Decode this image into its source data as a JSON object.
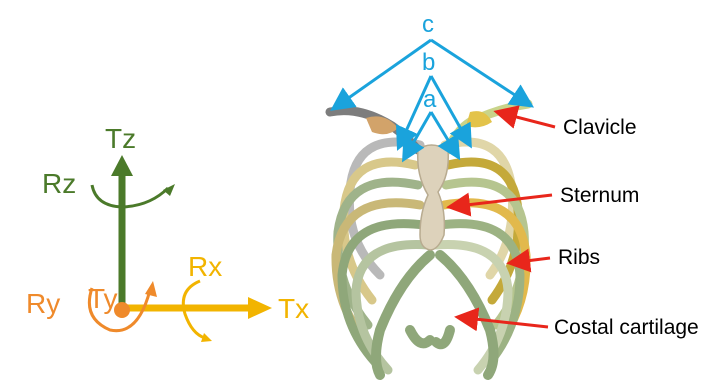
{
  "colors": {
    "tz": "#4b7a2a",
    "rz": "#4b7a2a",
    "tx": "#f2b400",
    "rx": "#f2b400",
    "origin": "#ef8a2b",
    "ry_ty": "#ef8a2b",
    "bracket": "#1aa3dc",
    "pointer": "#e8261b"
  },
  "axes": {
    "tz": "Tz",
    "rz": "Rz",
    "tx": "Tx",
    "rx": "Rx",
    "ry": "Ry",
    "ty": "Ty"
  },
  "brackets": {
    "c": "c",
    "b": "b",
    "a": "a"
  },
  "labels": {
    "clavicle": "Clavicle",
    "sternum": "Sternum",
    "ribs": "Ribs",
    "costal_cartilage": "Costal cartilage"
  }
}
